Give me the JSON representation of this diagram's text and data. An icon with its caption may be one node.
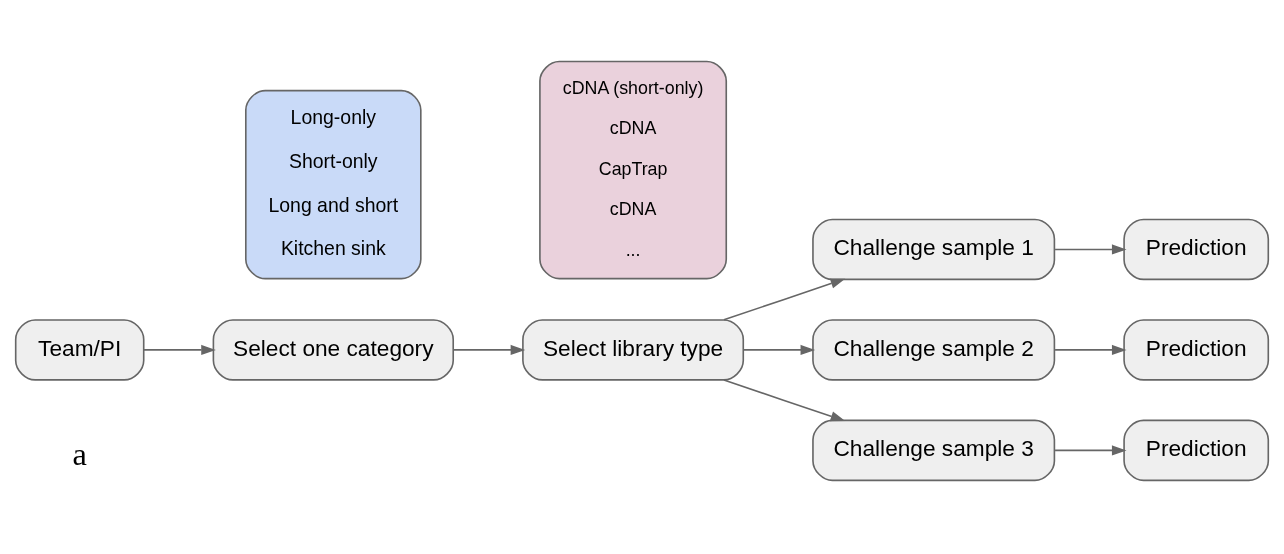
{
  "diagram": {
    "nodes": [
      {
        "text": [
          "Team/PI"
        ]
      },
      {
        "text": [
          "Select one category"
        ]
      },
      {
        "text": [
          "Select library type"
        ]
      },
      {
        "text": [
          "Challenge sample 1"
        ]
      },
      {
        "text": [
          "Prediction"
        ]
      },
      {
        "text": [
          "Challenge sample 2"
        ]
      },
      {
        "text": [
          "Prediction"
        ]
      },
      {
        "text": [
          "Challenge sample 3"
        ]
      },
      {
        "text": [
          "Prediction"
        ]
      },
      {
        "text": [
          "Long-only",
          "Short-only",
          "Long and short",
          "Kitchen sink"
        ]
      },
      {
        "text": [
          "cDNA (short-only)",
          "cDNA",
          "CapTrap",
          "cDNA",
          "..."
        ]
      }
    ],
    "edges": [
      {
        "from": 0,
        "to": 1,
        "arrow": "to"
      },
      {
        "from": 1,
        "to": 2,
        "arrow": "to"
      },
      {
        "from": 2,
        "to": 3,
        "arrow": "to"
      },
      {
        "from": 2,
        "to": 5,
        "arrow": "to"
      },
      {
        "from": 2,
        "to": 7,
        "arrow": "to"
      },
      {
        "from": 3,
        "to": 4,
        "arrow": "to"
      },
      {
        "from": 5,
        "to": 6,
        "arrow": "to"
      },
      {
        "from": 7,
        "to": 8,
        "arrow": "to"
      }
    ],
    "labels": [
      "a"
    ]
  }
}
